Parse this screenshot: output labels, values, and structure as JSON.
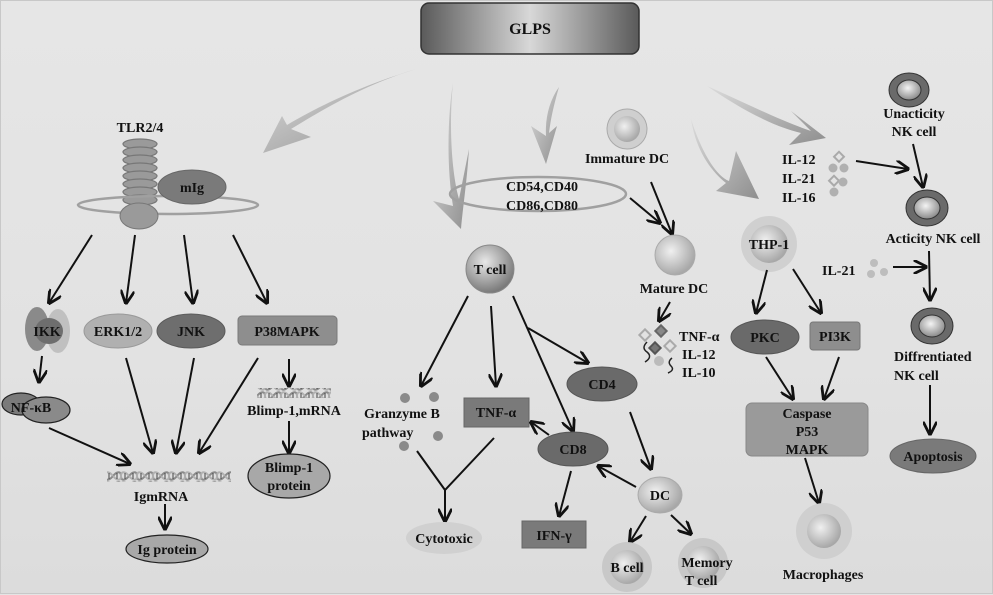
{
  "title": "GLPS",
  "colors": {
    "background": "#e4e4e4",
    "dark_node": "#6e6e6e",
    "mid_node": "#8c8c8c",
    "light_node": "#b4b4b4",
    "arrow": "#111111",
    "big_arrow": "#9a9a9a"
  },
  "bcell_branch": {
    "receptor": "TLR2/4",
    "membrane_ig": "mIg",
    "kinases": [
      "IKK",
      "ERK1/2",
      "JNK",
      "P38MAPK"
    ],
    "nfkb": "NF-κB",
    "blimp_mrna": "Blimp-1,mRNA",
    "blimp_protein_line1": "Blimp-1",
    "blimp_protein_line2": "protein",
    "igmrna": "IgmRNA",
    "ig_protein": "Ig protein"
  },
  "tcell_branch": {
    "surface_markers_line1": "CD54,CD40",
    "surface_markers_line2": "CD86,CD80",
    "t_cell": "T cell",
    "granzyme_line1": "Granzyme B",
    "granzyme_line2": "pathway",
    "tnf": "TNF-α",
    "cd4": "CD4",
    "cd8": "CD8",
    "cytotoxic": "Cytotoxic",
    "ifn": "IFN-γ",
    "dc": "DC",
    "b_cell": "B cell",
    "memory_line1": "Memory",
    "memory_line2": "T cell"
  },
  "dc_branch": {
    "immature": "Immature DC",
    "mature": "Mature DC",
    "cytokines": [
      "TNF-α",
      "IL-12",
      "IL-10"
    ]
  },
  "macrophage_branch": {
    "thp1": "THP-1",
    "pkc": "PKC",
    "pi3k": "PI3K",
    "effectors": [
      "Caspase",
      "P53",
      "MAPK"
    ],
    "macrophages": "Macrophages"
  },
  "nk_branch": {
    "cytokines": [
      "IL-12",
      "IL-21",
      "IL-16"
    ],
    "unactive_line1": "Unacticity",
    "unactive_line2": "NK cell",
    "active": "Acticity NK cell",
    "il21": "IL-21",
    "diff_line1": "Diffrentiated",
    "diff_line2": "NK cell",
    "apoptosis": "Apoptosis"
  }
}
